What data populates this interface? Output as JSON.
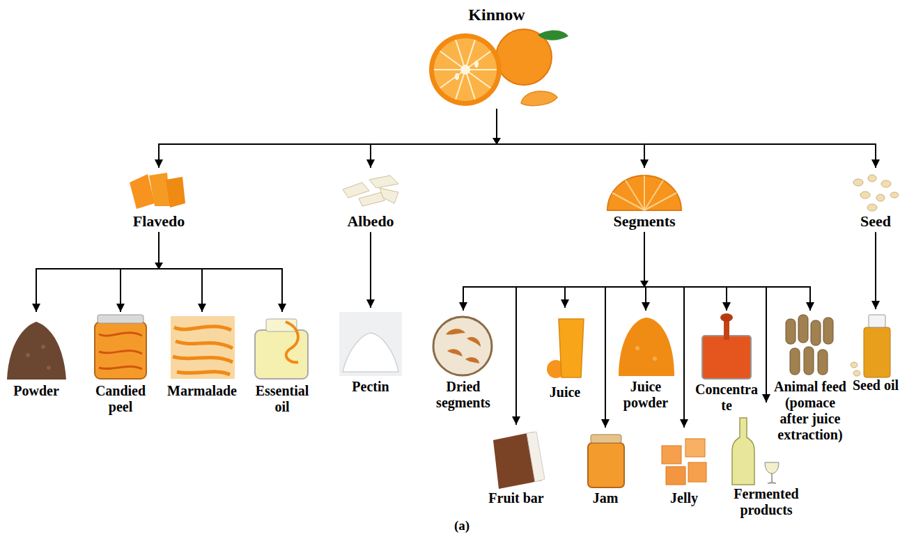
{
  "diagram": {
    "caption": "(a)",
    "nodes": [
      {
        "text": [
          "Kinnow"
        ]
      },
      {
        "text": [
          "Flavedo"
        ]
      },
      {
        "text": [
          "Albedo"
        ]
      },
      {
        "text": [
          "Segments"
        ]
      },
      {
        "text": [
          "Seed"
        ]
      },
      {
        "text": [
          "Powder"
        ]
      },
      {
        "text": [
          "Candied peel"
        ]
      },
      {
        "text": [
          "Marmalade"
        ]
      },
      {
        "text": [
          "Essential oil"
        ]
      },
      {
        "text": [
          "Pectin"
        ]
      },
      {
        "text": [
          "Dried segments"
        ]
      },
      {
        "text": [
          "Juice"
        ]
      },
      {
        "text": [
          "Juice powder"
        ]
      },
      {
        "text": [
          "Concentra te"
        ]
      },
      {
        "text": [
          "Animal feed (pomace after juice extraction)"
        ]
      },
      {
        "text": [
          "Seed oil"
        ]
      },
      {
        "text": [
          "Fruit bar"
        ]
      },
      {
        "text": [
          "Jam"
        ]
      },
      {
        "text": [
          "Jelly"
        ]
      },
      {
        "text": [
          "Fermented products"
        ]
      }
    ],
    "edges": [
      {
        "from": 0,
        "to": 1,
        "arrow": "to"
      },
      {
        "from": 0,
        "to": 2,
        "arrow": "to"
      },
      {
        "from": 0,
        "to": 3,
        "arrow": "to"
      },
      {
        "from": 0,
        "to": 4,
        "arrow": "to"
      },
      {
        "from": 1,
        "to": 5,
        "arrow": "to"
      },
      {
        "from": 1,
        "to": 6,
        "arrow": "to"
      },
      {
        "from": 1,
        "to": 7,
        "arrow": "to"
      },
      {
        "from": 1,
        "to": 8,
        "arrow": "to"
      },
      {
        "from": 2,
        "to": 9,
        "arrow": "to"
      },
      {
        "from": 3,
        "to": 10,
        "arrow": "to"
      },
      {
        "from": 3,
        "to": 16,
        "arrow": "to"
      },
      {
        "from": 3,
        "to": 11,
        "arrow": "to"
      },
      {
        "from": 3,
        "to": 17,
        "arrow": "to"
      },
      {
        "from": 3,
        "to": 12,
        "arrow": "to"
      },
      {
        "from": 3,
        "to": 18,
        "arrow": "to"
      },
      {
        "from": 3,
        "to": 13,
        "arrow": "to"
      },
      {
        "from": 3,
        "to": 19,
        "arrow": "to"
      },
      {
        "from": 3,
        "to": 14,
        "arrow": "to"
      },
      {
        "from": 4,
        "to": 15,
        "arrow": "to"
      }
    ]
  }
}
